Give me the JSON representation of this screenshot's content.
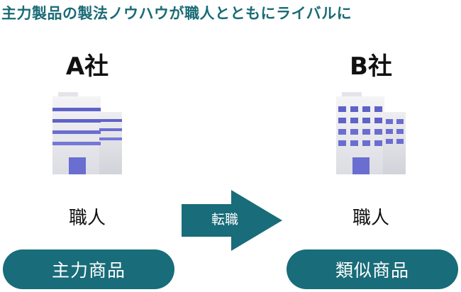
{
  "title": "主力製品の製法ノウハウが職人とともにライバルに",
  "company_a": {
    "name": "A社",
    "worker": "職人",
    "product": "主力商品"
  },
  "company_b": {
    "name": "B社",
    "worker": "職人",
    "product": "類似商品"
  },
  "transfer": {
    "label": "転職"
  },
  "colors": {
    "accent": "#196c79",
    "title": "#1a6b76",
    "window": "#5f63c8"
  },
  "icons": [
    "office-building-icon-a",
    "office-building-icon-b",
    "transfer-arrow-icon"
  ]
}
